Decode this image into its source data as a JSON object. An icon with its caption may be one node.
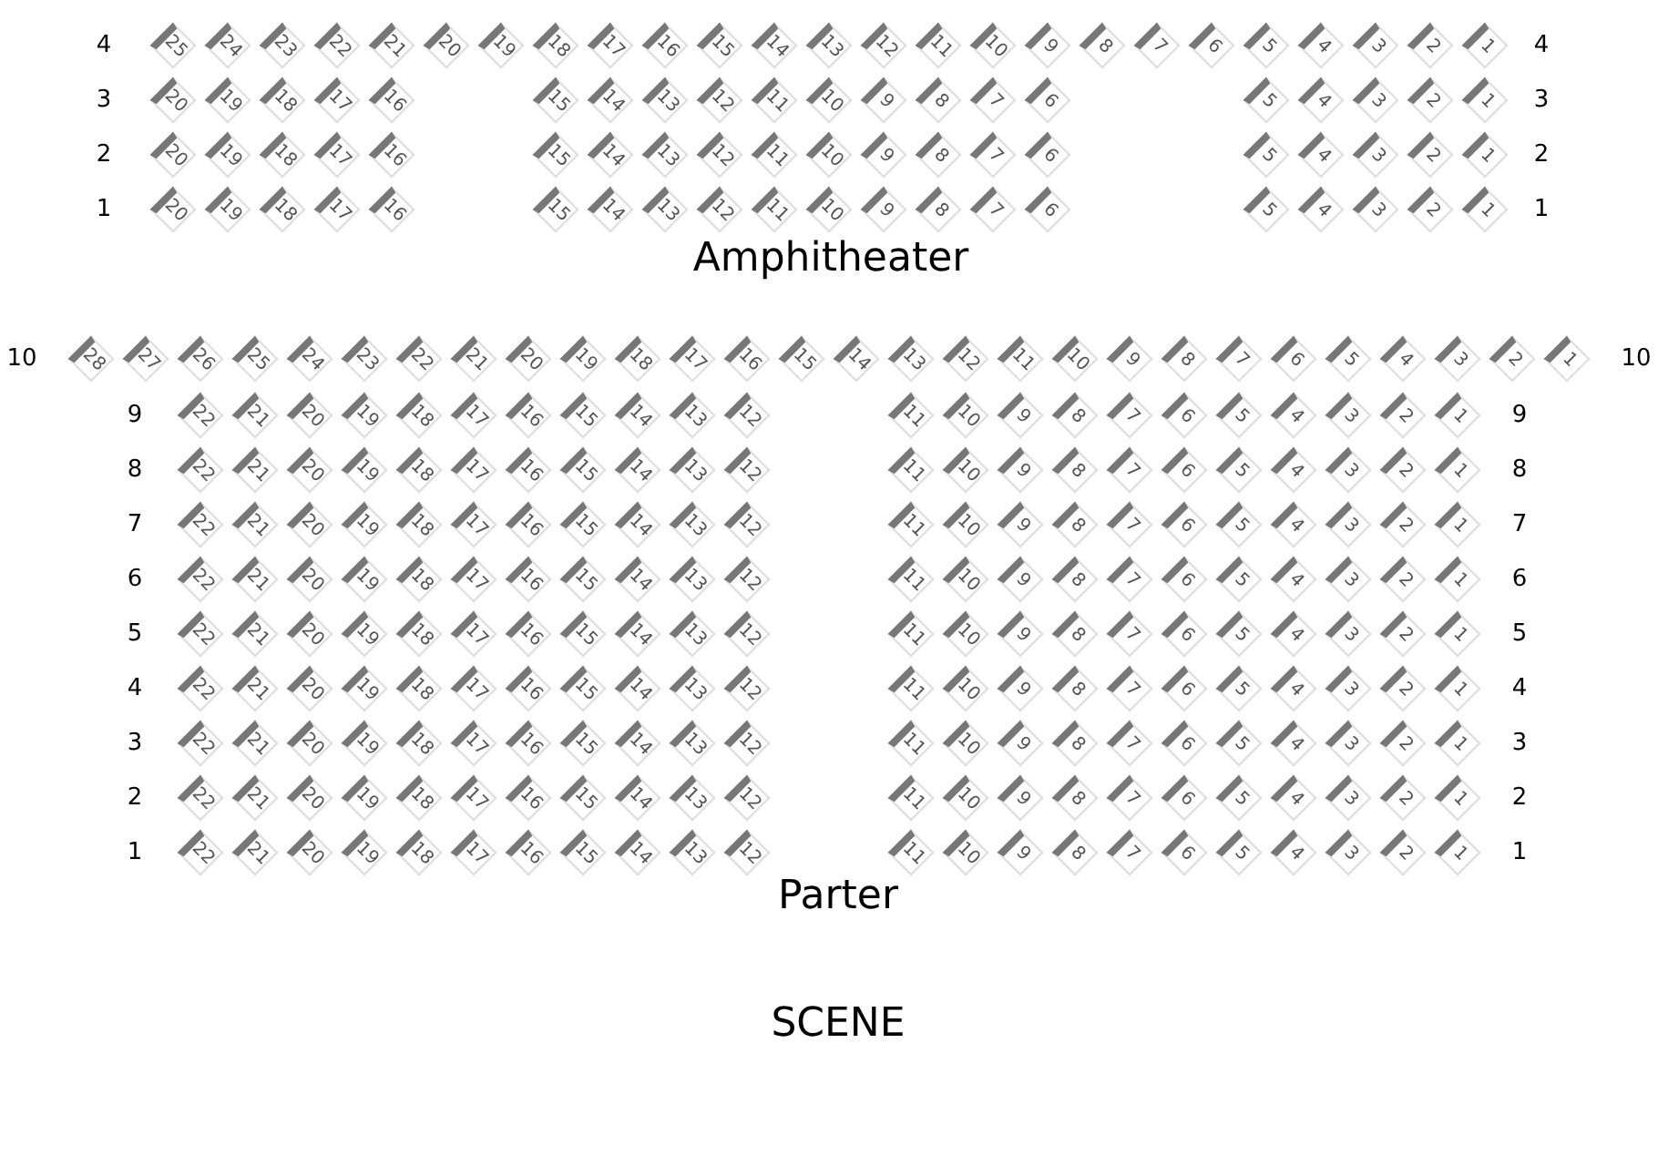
{
  "diagram": {
    "nodes": [
      {
        "text": [
          "25"
        ]
      },
      {
        "text": [
          "24"
        ]
      },
      {
        "text": [
          "23"
        ]
      },
      {
        "text": [
          "22"
        ]
      },
      {
        "text": [
          "21"
        ]
      },
      {
        "text": [
          "20"
        ]
      },
      {
        "text": [
          "19"
        ]
      },
      {
        "text": [
          "18"
        ]
      },
      {
        "text": [
          "17"
        ]
      },
      {
        "text": [
          "16"
        ]
      },
      {
        "text": [
          "15"
        ]
      },
      {
        "text": [
          "14"
        ]
      },
      {
        "text": [
          "13"
        ]
      },
      {
        "text": [
          "12"
        ]
      },
      {
        "text": [
          "11"
        ]
      },
      {
        "text": [
          "10"
        ]
      },
      {
        "text": [
          "9"
        ]
      },
      {
        "text": [
          "8"
        ]
      },
      {
        "text": [
          "7"
        ]
      },
      {
        "text": [
          "6"
        ]
      },
      {
        "text": [
          "5"
        ]
      },
      {
        "text": [
          "4"
        ]
      },
      {
        "text": [
          "3"
        ]
      },
      {
        "text": [
          "2"
        ]
      },
      {
        "text": [
          "1"
        ]
      },
      {
        "text": [
          "20"
        ]
      },
      {
        "text": [
          "19"
        ]
      },
      {
        "text": [
          "18"
        ]
      },
      {
        "text": [
          "17"
        ]
      },
      {
        "text": [
          "16"
        ]
      },
      {
        "text": [
          "15"
        ]
      },
      {
        "text": [
          "14"
        ]
      },
      {
        "text": [
          "13"
        ]
      },
      {
        "text": [
          "12"
        ]
      },
      {
        "text": [
          "11"
        ]
      },
      {
        "text": [
          "10"
        ]
      },
      {
        "text": [
          "9"
        ]
      },
      {
        "text": [
          "8"
        ]
      },
      {
        "text": [
          "7"
        ]
      },
      {
        "text": [
          "6"
        ]
      },
      {
        "text": [
          "5"
        ]
      },
      {
        "text": [
          "4"
        ]
      },
      {
        "text": [
          "3"
        ]
      },
      {
        "text": [
          "2"
        ]
      },
      {
        "text": [
          "1"
        ]
      },
      {
        "text": [
          "20"
        ]
      },
      {
        "text": [
          "19"
        ]
      },
      {
        "text": [
          "18"
        ]
      },
      {
        "text": [
          "17"
        ]
      },
      {
        "text": [
          "16"
        ]
      },
      {
        "text": [
          "15"
        ]
      },
      {
        "text": [
          "14"
        ]
      },
      {
        "text": [
          "13"
        ]
      },
      {
        "text": [
          "12"
        ]
      },
      {
        "text": [
          "11"
        ]
      },
      {
        "text": [
          "10"
        ]
      },
      {
        "text": [
          "9"
        ]
      },
      {
        "text": [
          "8"
        ]
      },
      {
        "text": [
          "7"
        ]
      },
      {
        "text": [
          "6"
        ]
      },
      {
        "text": [
          "5"
        ]
      },
      {
        "text": [
          "4"
        ]
      },
      {
        "text": [
          "3"
        ]
      },
      {
        "text": [
          "2"
        ]
      },
      {
        "text": [
          "1"
        ]
      },
      {
        "text": [
          "20"
        ]
      },
      {
        "text": [
          "19"
        ]
      },
      {
        "text": [
          "18"
        ]
      },
      {
        "text": [
          "17"
        ]
      },
      {
        "text": [
          "16"
        ]
      },
      {
        "text": [
          "15"
        ]
      },
      {
        "text": [
          "14"
        ]
      },
      {
        "text": [
          "13"
        ]
      },
      {
        "text": [
          "12"
        ]
      },
      {
        "text": [
          "11"
        ]
      },
      {
        "text": [
          "10"
        ]
      },
      {
        "text": [
          "9"
        ]
      },
      {
        "text": [
          "8"
        ]
      },
      {
        "text": [
          "7"
        ]
      },
      {
        "text": [
          "6"
        ]
      },
      {
        "text": [
          "5"
        ]
      },
      {
        "text": [
          "4"
        ]
      },
      {
        "text": [
          "3"
        ]
      },
      {
        "text": [
          "2"
        ]
      },
      {
        "text": [
          "1"
        ]
      },
      {
        "text": [
          "28"
        ]
      },
      {
        "text": [
          "27"
        ]
      },
      {
        "text": [
          "26"
        ]
      },
      {
        "text": [
          "25"
        ]
      },
      {
        "text": [
          "24"
        ]
      },
      {
        "text": [
          "23"
        ]
      },
      {
        "text": [
          "22"
        ]
      },
      {
        "text": [
          "21"
        ]
      },
      {
        "text": [
          "20"
        ]
      },
      {
        "text": [
          "19"
        ]
      },
      {
        "text": [
          "18"
        ]
      },
      {
        "text": [
          "17"
        ]
      },
      {
        "text": [
          "16"
        ]
      },
      {
        "text": [
          "15"
        ]
      },
      {
        "text": [
          "14"
        ]
      },
      {
        "text": [
          "13"
        ]
      },
      {
        "text": [
          "12"
        ]
      },
      {
        "text": [
          "11"
        ]
      },
      {
        "text": [
          "10"
        ]
      },
      {
        "text": [
          "9"
        ]
      },
      {
        "text": [
          "8"
        ]
      },
      {
        "text": [
          "7"
        ]
      },
      {
        "text": [
          "6"
        ]
      },
      {
        "text": [
          "5"
        ]
      },
      {
        "text": [
          "4"
        ]
      },
      {
        "text": [
          "3"
        ]
      },
      {
        "text": [
          "2"
        ]
      },
      {
        "text": [
          "1"
        ]
      },
      {
        "text": [
          "22"
        ]
      },
      {
        "text": [
          "21"
        ]
      },
      {
        "text": [
          "20"
        ]
      },
      {
        "text": [
          "19"
        ]
      },
      {
        "text": [
          "18"
        ]
      },
      {
        "text": [
          "17"
        ]
      },
      {
        "text": [
          "16"
        ]
      },
      {
        "text": [
          "15"
        ]
      },
      {
        "text": [
          "14"
        ]
      },
      {
        "text": [
          "13"
        ]
      },
      {
        "text": [
          "12"
        ]
      },
      {
        "text": [
          "11"
        ]
      },
      {
        "text": [
          "10"
        ]
      },
      {
        "text": [
          "9"
        ]
      },
      {
        "text": [
          "8"
        ]
      },
      {
        "text": [
          "7"
        ]
      },
      {
        "text": [
          "6"
        ]
      },
      {
        "text": [
          "5"
        ]
      },
      {
        "text": [
          "4"
        ]
      },
      {
        "text": [
          "3"
        ]
      },
      {
        "text": [
          "2"
        ]
      },
      {
        "text": [
          "1"
        ]
      },
      {
        "text": [
          "22"
        ]
      },
      {
        "text": [
          "21"
        ]
      },
      {
        "text": [
          "20"
        ]
      },
      {
        "text": [
          "19"
        ]
      },
      {
        "text": [
          "18"
        ]
      },
      {
        "text": [
          "17"
        ]
      },
      {
        "text": [
          "16"
        ]
      },
      {
        "text": [
          "15"
        ]
      },
      {
        "text": [
          "14"
        ]
      },
      {
        "text": [
          "13"
        ]
      },
      {
        "text": [
          "12"
        ]
      },
      {
        "text": [
          "11"
        ]
      },
      {
        "text": [
          "10"
        ]
      },
      {
        "text": [
          "9"
        ]
      },
      {
        "text": [
          "8"
        ]
      },
      {
        "text": [
          "7"
        ]
      },
      {
        "text": [
          "6"
        ]
      },
      {
        "text": [
          "5"
        ]
      },
      {
        "text": [
          "4"
        ]
      },
      {
        "text": [
          "3"
        ]
      },
      {
        "text": [
          "2"
        ]
      },
      {
        "text": [
          "1"
        ]
      },
      {
        "text": [
          "22"
        ]
      },
      {
        "text": [
          "21"
        ]
      },
      {
        "text": [
          "20"
        ]
      },
      {
        "text": [
          "19"
        ]
      },
      {
        "text": [
          "18"
        ]
      },
      {
        "text": [
          "17"
        ]
      },
      {
        "text": [
          "16"
        ]
      },
      {
        "text": [
          "15"
        ]
      },
      {
        "text": [
          "14"
        ]
      },
      {
        "text": [
          "13"
        ]
      },
      {
        "text": [
          "12"
        ]
      },
      {
        "text": [
          "11"
        ]
      },
      {
        "text": [
          "10"
        ]
      },
      {
        "text": [
          "9"
        ]
      },
      {
        "text": [
          "8"
        ]
      },
      {
        "text": [
          "7"
        ]
      },
      {
        "text": [
          "6"
        ]
      },
      {
        "text": [
          "5"
        ]
      },
      {
        "text": [
          "4"
        ]
      },
      {
        "text": [
          "3"
        ]
      },
      {
        "text": [
          "2"
        ]
      },
      {
        "text": [
          "1"
        ]
      },
      {
        "text": [
          "22"
        ]
      },
      {
        "text": [
          "21"
        ]
      },
      {
        "text": [
          "20"
        ]
      },
      {
        "text": [
          "19"
        ]
      },
      {
        "text": [
          "18"
        ]
      },
      {
        "text": [
          "17"
        ]
      },
      {
        "text": [
          "16"
        ]
      },
      {
        "text": [
          "15"
        ]
      },
      {
        "text": [
          "14"
        ]
      },
      {
        "text": [
          "13"
        ]
      },
      {
        "text": [
          "12"
        ]
      },
      {
        "text": [
          "11"
        ]
      },
      {
        "text": [
          "10"
        ]
      },
      {
        "text": [
          "9"
        ]
      },
      {
        "text": [
          "8"
        ]
      },
      {
        "text": [
          "7"
        ]
      },
      {
        "text": [
          "6"
        ]
      },
      {
        "text": [
          "5"
        ]
      },
      {
        "text": [
          "4"
        ]
      },
      {
        "text": [
          "3"
        ]
      },
      {
        "text": [
          "2"
        ]
      },
      {
        "text": [
          "1"
        ]
      },
      {
        "text": [
          "22"
        ]
      },
      {
        "text": [
          "21"
        ]
      },
      {
        "text": [
          "20"
        ]
      },
      {
        "text": [
          "19"
        ]
      },
      {
        "text": [
          "18"
        ]
      },
      {
        "text": [
          "17"
        ]
      },
      {
        "text": [
          "16"
        ]
      },
      {
        "text": [
          "15"
        ]
      },
      {
        "text": [
          "14"
        ]
      },
      {
        "text": [
          "13"
        ]
      },
      {
        "text": [
          "12"
        ]
      },
      {
        "text": [
          "11"
        ]
      },
      {
        "text": [
          "10"
        ]
      },
      {
        "text": [
          "9"
        ]
      },
      {
        "text": [
          "8"
        ]
      },
      {
        "text": [
          "7"
        ]
      },
      {
        "text": [
          "6"
        ]
      },
      {
        "text": [
          "5"
        ]
      },
      {
        "text": [
          "4"
        ]
      },
      {
        "text": [
          "3"
        ]
      },
      {
        "text": [
          "2"
        ]
      },
      {
        "text": [
          "1"
        ]
      },
      {
        "text": [
          "22"
        ]
      },
      {
        "text": [
          "21"
        ]
      },
      {
        "text": [
          "20"
        ]
      },
      {
        "text": [
          "19"
        ]
      },
      {
        "text": [
          "18"
        ]
      },
      {
        "text": [
          "17"
        ]
      },
      {
        "text": [
          "16"
        ]
      },
      {
        "text": [
          "15"
        ]
      },
      {
        "text": [
          "14"
        ]
      },
      {
        "text": [
          "13"
        ]
      },
      {
        "text": [
          "12"
        ]
      },
      {
        "text": [
          "11"
        ]
      },
      {
        "text": [
          "10"
        ]
      },
      {
        "text": [
          "9"
        ]
      },
      {
        "text": [
          "8"
        ]
      },
      {
        "text": [
          "7"
        ]
      },
      {
        "text": [
          "6"
        ]
      },
      {
        "text": [
          "5"
        ]
      },
      {
        "text": [
          "4"
        ]
      },
      {
        "text": [
          "3"
        ]
      },
      {
        "text": [
          "2"
        ]
      },
      {
        "text": [
          "1"
        ]
      },
      {
        "text": [
          "22"
        ]
      },
      {
        "text": [
          "21"
        ]
      },
      {
        "text": [
          "20"
        ]
      },
      {
        "text": [
          "19"
        ]
      },
      {
        "text": [
          "18"
        ]
      },
      {
        "text": [
          "17"
        ]
      },
      {
        "text": [
          "16"
        ]
      },
      {
        "text": [
          "15"
        ]
      },
      {
        "text": [
          "14"
        ]
      },
      {
        "text": [
          "13"
        ]
      },
      {
        "text": [
          "12"
        ]
      },
      {
        "text": [
          "11"
        ]
      },
      {
        "text": [
          "10"
        ]
      },
      {
        "text": [
          "9"
        ]
      },
      {
        "text": [
          "8"
        ]
      },
      {
        "text": [
          "7"
        ]
      },
      {
        "text": [
          "6"
        ]
      },
      {
        "text": [
          "5"
        ]
      },
      {
        "text": [
          "4"
        ]
      },
      {
        "text": [
          "3"
        ]
      },
      {
        "text": [
          "2"
        ]
      },
      {
        "text": [
          "1"
        ]
      },
      {
        "text": [
          "22"
        ]
      },
      {
        "text": [
          "21"
        ]
      },
      {
        "text": [
          "20"
        ]
      },
      {
        "text": [
          "19"
        ]
      },
      {
        "text": [
          "18"
        ]
      },
      {
        "text": [
          "17"
        ]
      },
      {
        "text": [
          "16"
        ]
      },
      {
        "text": [
          "15"
        ]
      },
      {
        "text": [
          "14"
        ]
      },
      {
        "text": [
          "13"
        ]
      },
      {
        "text": [
          "12"
        ]
      },
      {
        "text": [
          "11"
        ]
      },
      {
        "text": [
          "10"
        ]
      },
      {
        "text": [
          "9"
        ]
      },
      {
        "text": [
          "8"
        ]
      },
      {
        "text": [
          "7"
        ]
      },
      {
        "text": [
          "6"
        ]
      },
      {
        "text": [
          "5"
        ]
      },
      {
        "text": [
          "4"
        ]
      },
      {
        "text": [
          "3"
        ]
      },
      {
        "text": [
          "2"
        ]
      },
      {
        "text": [
          "1"
        ]
      },
      {
        "text": [
          "22"
        ]
      },
      {
        "text": [
          "21"
        ]
      },
      {
        "text": [
          "20"
        ]
      },
      {
        "text": [
          "19"
        ]
      },
      {
        "text": [
          "18"
        ]
      },
      {
        "text": [
          "17"
        ]
      },
      {
        "text": [
          "16"
        ]
      },
      {
        "text": [
          "15"
        ]
      },
      {
        "text": [
          "14"
        ]
      },
      {
        "text": [
          "13"
        ]
      },
      {
        "text": [
          "12"
        ]
      },
      {
        "text": [
          "11"
        ]
      },
      {
        "text": [
          "10"
        ]
      },
      {
        "text": [
          "9"
        ]
      },
      {
        "text": [
          "8"
        ]
      },
      {
        "text": [
          "7"
        ]
      },
      {
        "text": [
          "6"
        ]
      },
      {
        "text": [
          "5"
        ]
      },
      {
        "text": [
          "4"
        ]
      },
      {
        "text": [
          "3"
        ]
      },
      {
        "text": [
          "2"
        ]
      },
      {
        "text": [
          "1"
        ]
      }
    ],
    "labels": [
      "4",
      "4",
      "3",
      "3",
      "2",
      "2",
      "1",
      "1",
      "Amphitheater",
      "10",
      "10",
      "9",
      "9",
      "8",
      "8",
      "7",
      "7",
      "6",
      "6",
      "5",
      "5",
      "4",
      "4",
      "3",
      "3",
      "2",
      "2",
      "1",
      "1",
      "Parter",
      "SCENE"
    ]
  }
}
